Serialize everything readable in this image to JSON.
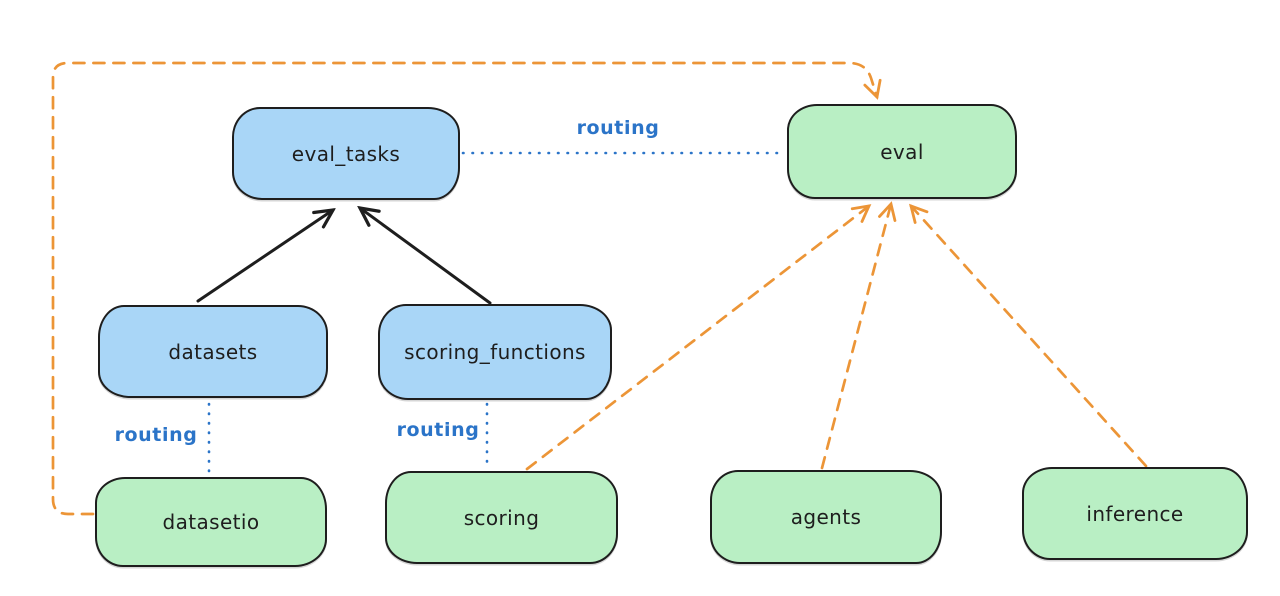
{
  "diagram": {
    "background": "#ffffff",
    "colors": {
      "blue_node_fill": "#a9d6f7",
      "green_node_fill": "#b9efc4",
      "node_stroke": "#1e1e1e",
      "routing_blue": "#2b74c8",
      "arrow_orange": "#ec9537",
      "arrow_black": "#1e1e1e"
    },
    "nodes": [
      {
        "id": "eval_tasks",
        "label": "eval_tasks",
        "color": "blue"
      },
      {
        "id": "eval",
        "label": "eval",
        "color": "green"
      },
      {
        "id": "datasets",
        "label": "datasets",
        "color": "blue"
      },
      {
        "id": "scoring_functions",
        "label": "scoring_functions",
        "color": "blue"
      },
      {
        "id": "datasetio",
        "label": "datasetio",
        "color": "green"
      },
      {
        "id": "scoring",
        "label": "scoring",
        "color": "green"
      },
      {
        "id": "agents",
        "label": "agents",
        "color": "green"
      },
      {
        "id": "inference",
        "label": "inference",
        "color": "green"
      }
    ],
    "edge_labels": [
      {
        "id": "routing-eval-tasks-eval",
        "text": "routing"
      },
      {
        "id": "routing-datasets-datasetio",
        "text": "routing"
      },
      {
        "id": "routing-scoring-functions-scoring",
        "text": "routing"
      }
    ],
    "edges": [
      {
        "from": "datasets",
        "to": "eval_tasks",
        "style": "solid-arrow",
        "color": "black"
      },
      {
        "from": "scoring_functions",
        "to": "eval_tasks",
        "style": "solid-arrow",
        "color": "black"
      },
      {
        "from": "eval_tasks",
        "to": "eval",
        "style": "dotted",
        "color": "blue",
        "label": "routing"
      },
      {
        "from": "datasets",
        "to": "datasetio",
        "style": "dotted",
        "color": "blue",
        "label": "routing"
      },
      {
        "from": "scoring_functions",
        "to": "scoring",
        "style": "dotted",
        "color": "blue",
        "label": "routing"
      },
      {
        "from": "datasetio",
        "to": "eval",
        "style": "dashed-arrow",
        "color": "orange",
        "route": "left-top-around"
      },
      {
        "from": "scoring",
        "to": "eval",
        "style": "dashed-arrow",
        "color": "orange"
      },
      {
        "from": "agents",
        "to": "eval",
        "style": "dashed-arrow",
        "color": "orange"
      },
      {
        "from": "inference",
        "to": "eval",
        "style": "dashed-arrow",
        "color": "orange"
      }
    ]
  }
}
